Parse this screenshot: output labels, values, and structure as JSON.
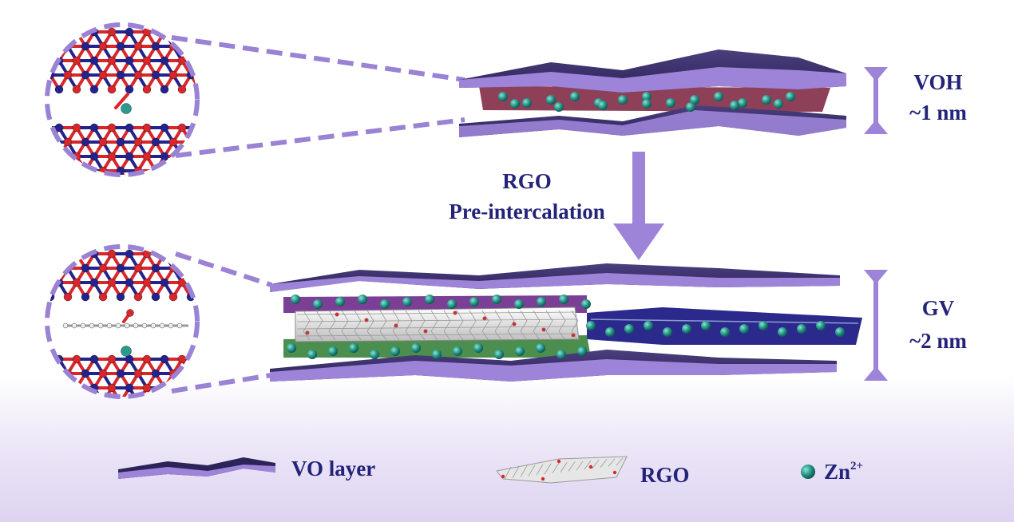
{
  "arrow_label": {
    "line1": "RGO",
    "line2": "Pre-intercalation"
  },
  "top_structure": {
    "name": "VOH",
    "spacing": "~1 nm"
  },
  "bottom_structure": {
    "name": "GV",
    "spacing": "~2 nm"
  },
  "legend": {
    "vo_layer": "VO layer",
    "rgo": "RGO",
    "zn_base": "Zn",
    "zn_charge": "2+"
  },
  "colors": {
    "vo_layer_top": "#3a2e6b",
    "vo_layer_edge": "#9d84d8",
    "dashed_outline": "#9a82d4",
    "zn_ion": "#2a9a8c",
    "oxygen": "#d8262a",
    "vanadium": "#22238f",
    "label_text": "#24237a",
    "rgo": "#d9d9d9"
  }
}
